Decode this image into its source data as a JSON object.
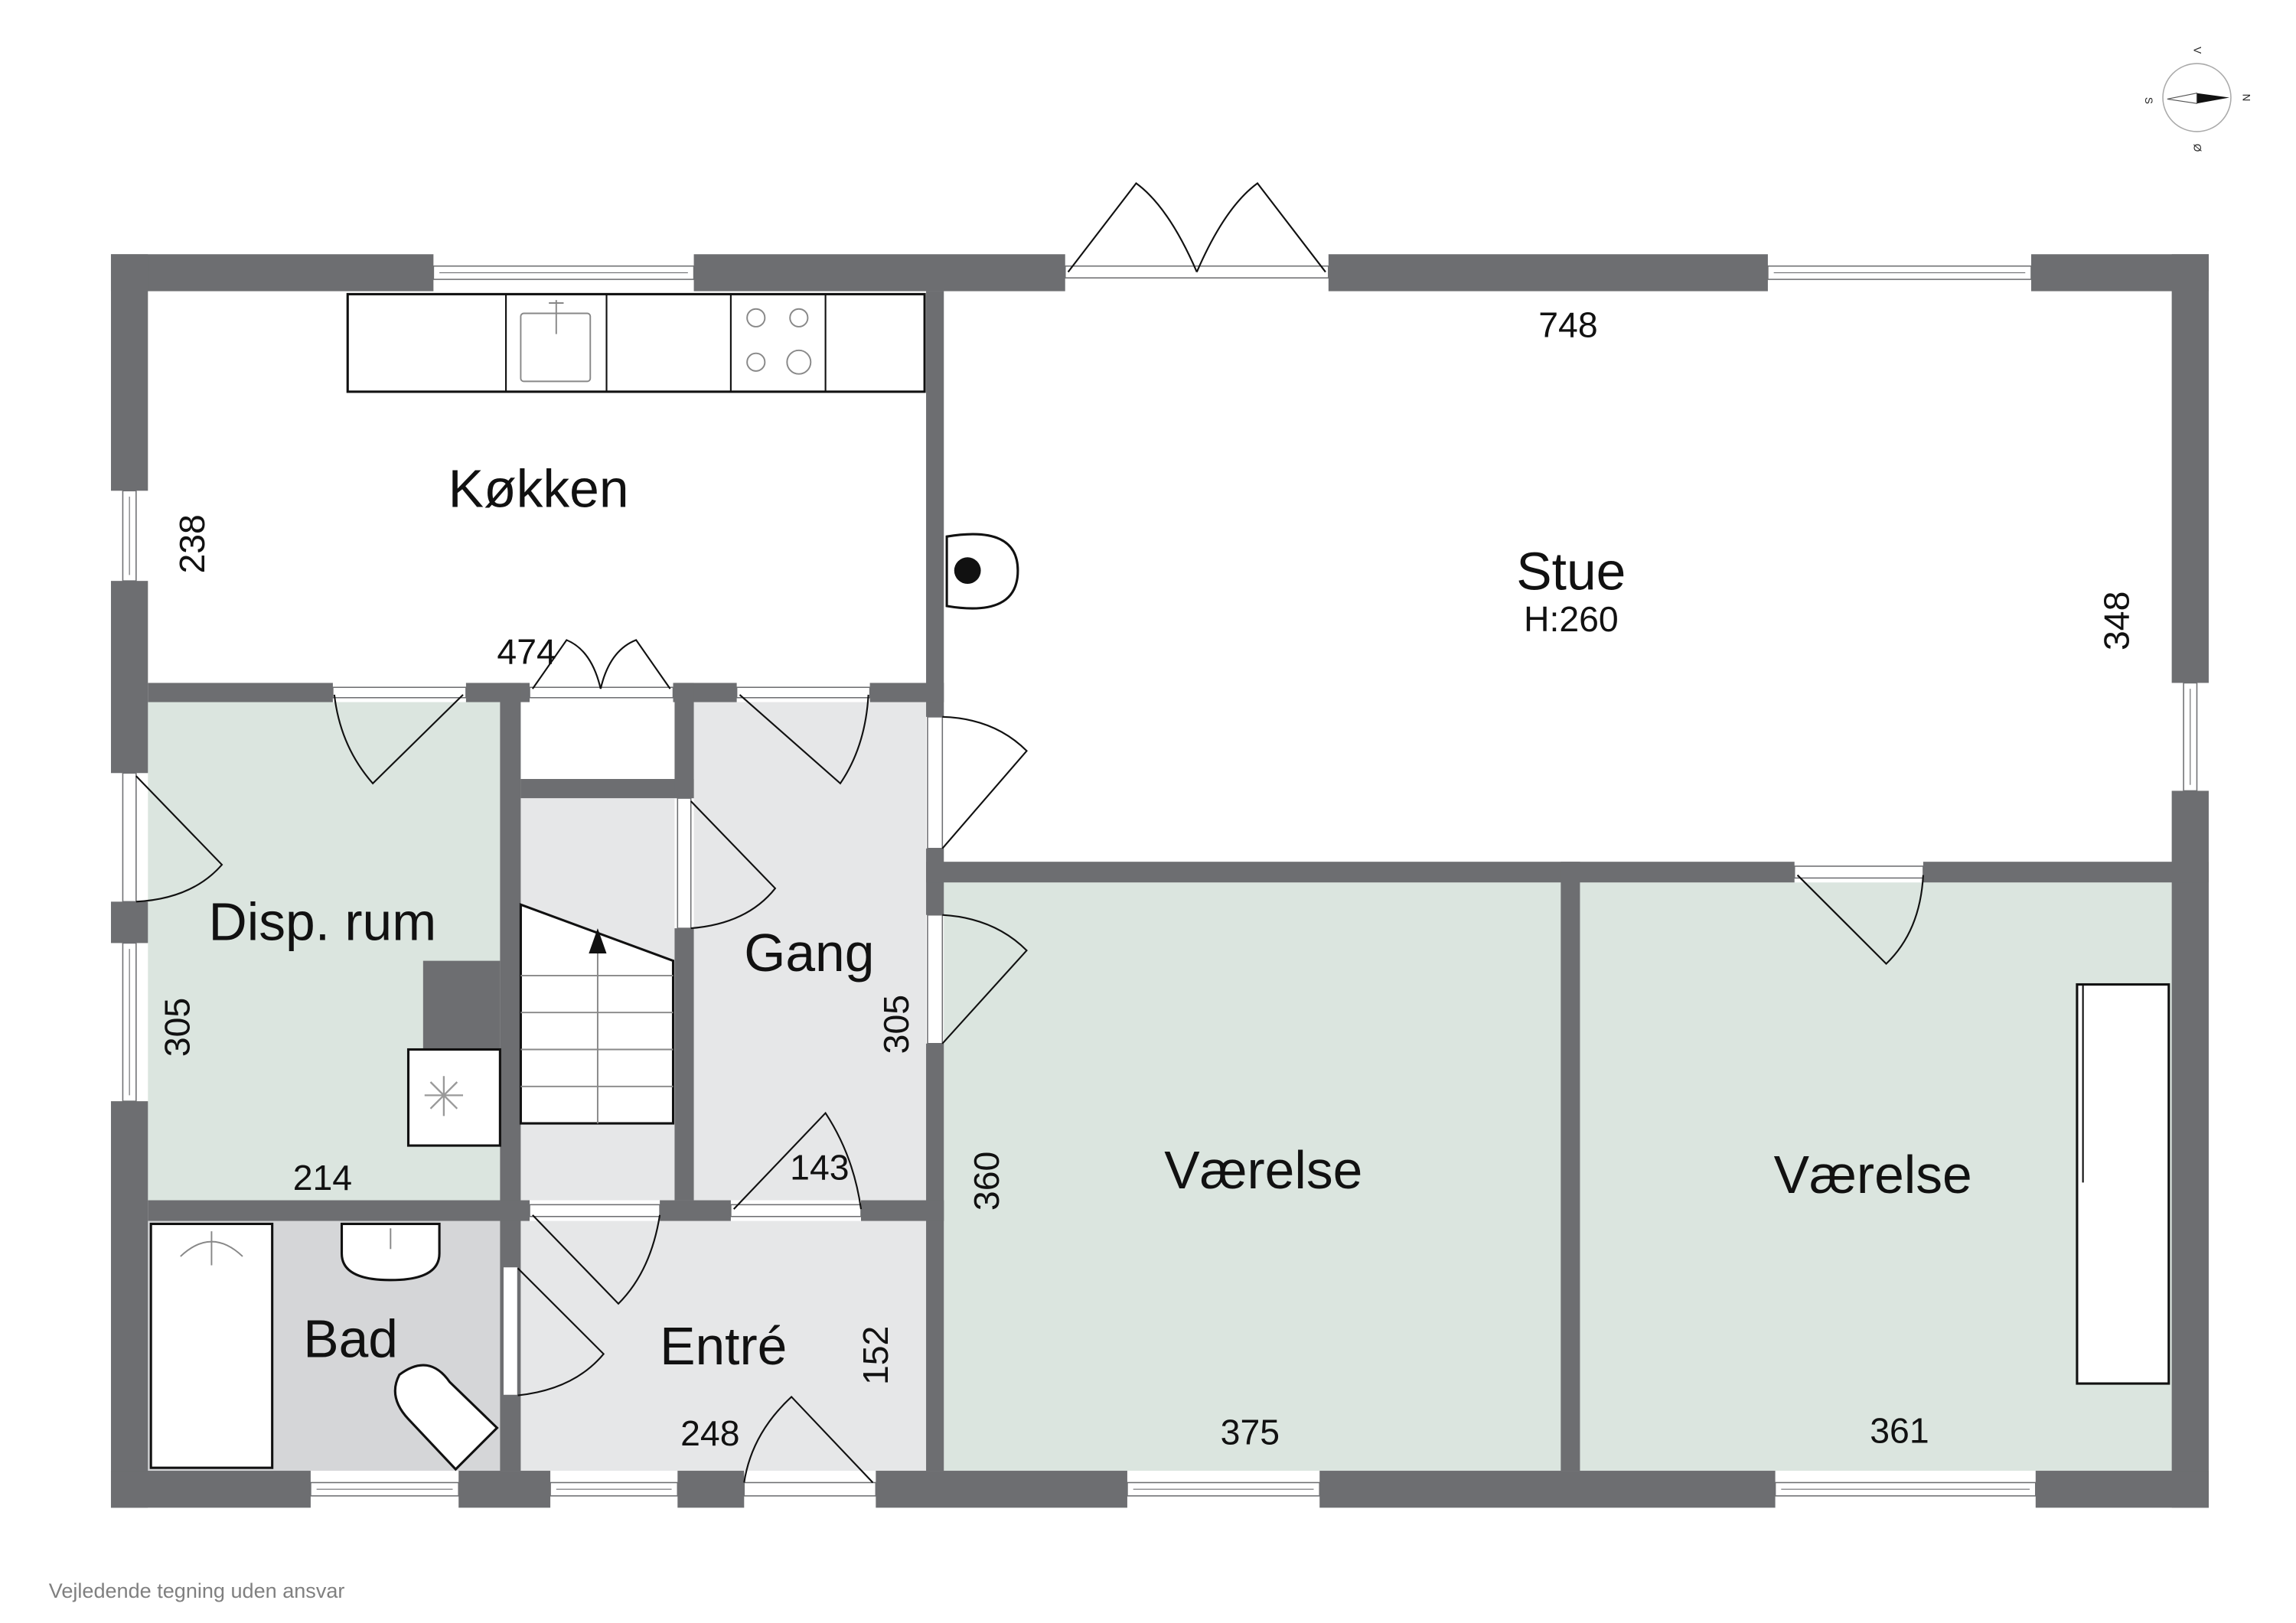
{
  "floorplan": {
    "rooms": [
      {
        "name": "Køkken"
      },
      {
        "name": "Stue",
        "height": "H:260"
      },
      {
        "name": "Disp. rum"
      },
      {
        "name": "Gang"
      },
      {
        "name": "Bad"
      },
      {
        "name": "Entré"
      },
      {
        "name": "Værelse"
      },
      {
        "name": "Værelse"
      }
    ],
    "dimensions": {
      "kokken_width": "474",
      "kokken_depth": "238",
      "stue_width": "748",
      "stue_depth": "348",
      "disp_width": "214",
      "disp_depth": "305",
      "gang_depth": "305",
      "gang_door": "143",
      "entre_width": "248",
      "entre_depth": "152",
      "vaerelse1_width": "375",
      "vaerelse1_depth": "360",
      "vaerelse2_width": "361"
    },
    "compass": {
      "north": "N",
      "south": "S",
      "east": "Ø",
      "west": "V"
    },
    "footer": "Vejledende tegning uden ansvar",
    "colors": {
      "wall": "#6d6e71",
      "floor_green": "#dbe5df",
      "floor_gray": "#e6e7e8",
      "floor_bad": "#d5d6d8"
    }
  }
}
